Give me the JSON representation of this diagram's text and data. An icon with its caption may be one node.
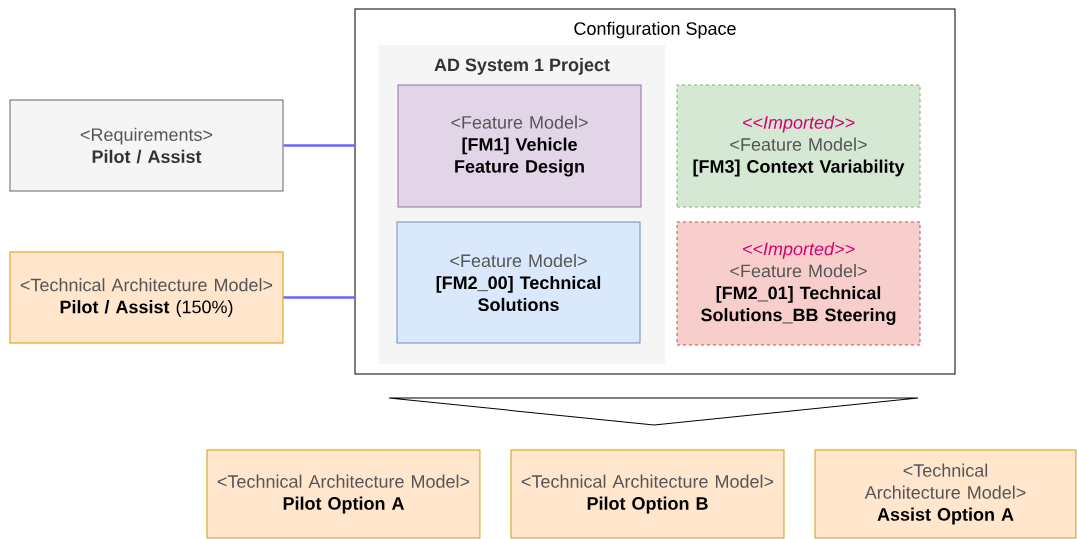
{
  "diagram": {
    "nodes": [
      {
        "text": [
          "<Requirements>",
          "Pilot / Assist"
        ]
      },
      {
        "text": [
          "<Technical Architecture Model>",
          "**Pilot / Assist** (150%)"
        ]
      },
      {
        "text": [
          "Configuration Space"
        ]
      },
      {
        "text": [
          "AD System 1 Project"
        ],
        "in": 2
      },
      {
        "text": [
          "<Feature Model>",
          "[FM1] Vehicle Feature Design"
        ],
        "in": 3
      },
      {
        "text": [
          "<Feature Model>",
          "[FM2_00] Technical Solutions"
        ],
        "in": 3
      },
      {
        "text": [
          "<<Imported>>",
          "<Feature Model>",
          "[FM3] Context Variability"
        ],
        "in": 2
      },
      {
        "text": [
          "<<Imported>>",
          "<Feature Model>",
          "[FM2_01] Technical Solutions_BB Steering"
        ],
        "in": 2
      },
      {
        "text": [
          "<Technical Architecture Model>",
          "Pilot Option A"
        ]
      },
      {
        "text": [
          "<Technical Architecture Model>",
          "Pilot Option B"
        ]
      },
      {
        "text": [
          "<Technical Architecture Model>",
          "Assist Option A"
        ]
      }
    ],
    "edges": [
      {
        "from": 0,
        "to": 2,
        "arrow": "none"
      },
      {
        "from": 1,
        "to": 2,
        "arrow": "none"
      }
    ]
  }
}
